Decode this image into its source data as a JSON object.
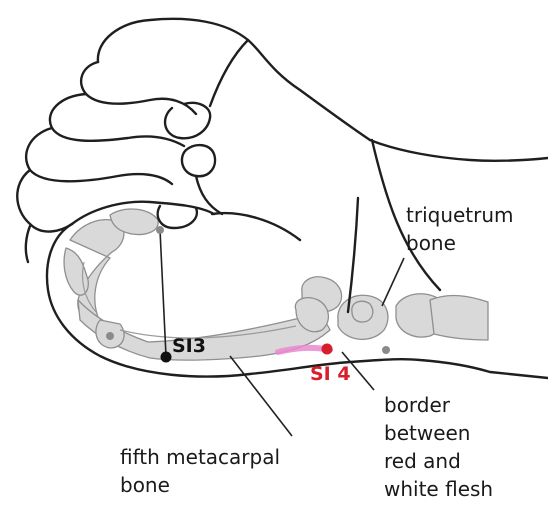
{
  "labels": {
    "triquetrum_line1": "triquetrum",
    "triquetrum_line2": "bone",
    "border_line1": "border",
    "border_line2": "between",
    "border_line3": "red and",
    "border_line4": "white flesh",
    "metacarpal_line1": "fifth metacarpal",
    "metacarpal_line2": "bone"
  },
  "points": {
    "si3": {
      "label": "SI3",
      "color": "#111111"
    },
    "si4": {
      "label": "SI 4",
      "color": "#d81e2a"
    }
  },
  "colors": {
    "outline": "#1f1f1f",
    "bone_fill": "#d9d9d9",
    "highlight": "#e98ad0"
  }
}
